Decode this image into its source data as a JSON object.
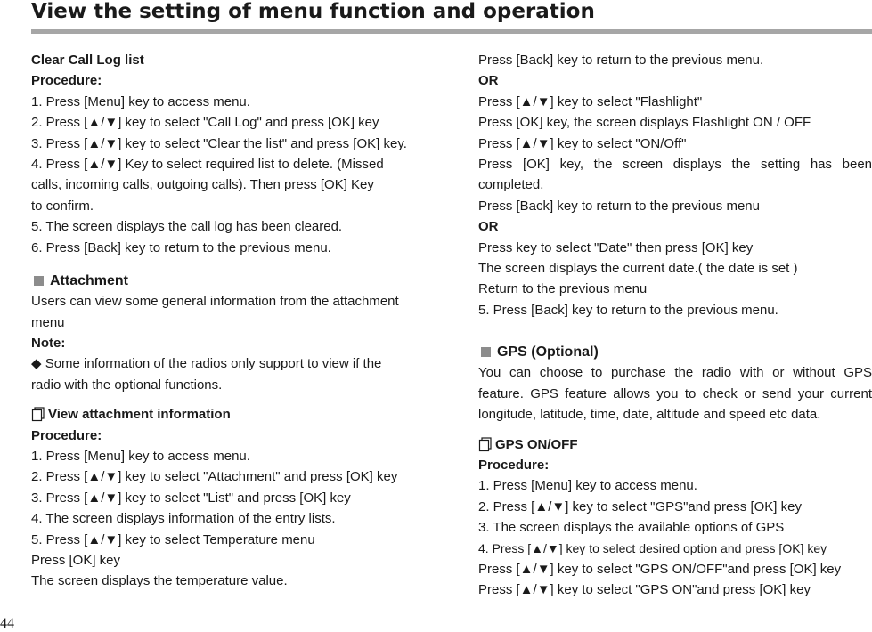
{
  "header": {
    "title": "View the setting of menu function and operation"
  },
  "left": {
    "clear_call_log": {
      "heading": "Clear Call Log list",
      "procedure_label": "Procedure:",
      "steps": [
        "1. Press [Menu] key to access menu.",
        "2. Press [▲/▼] key to select \"Call Log\" and press [OK] key",
        "3. Press [▲/▼] key to select \"Clear the list\" and press [OK] key.",
        "4. Press [▲/▼] Key to select required list to delete. (Missed",
        "calls, incoming calls, outgoing calls). Then press [OK] Key",
        "to confirm.",
        "5. The screen displays the call log has been cleared.",
        "6. Press [Back] key to return to the previous menu."
      ]
    },
    "attachment": {
      "heading": "Attachment",
      "desc": [
        "Users can view some general information from the attachment",
        "menu"
      ],
      "note_label": "Note:",
      "note": [
        "◆ Some information of the radios only support to view if the",
        "radio with the optional functions."
      ]
    },
    "view_attachment": {
      "heading": "View attachment information",
      "procedure_label": "Procedure:",
      "steps": [
        "1. Press [Menu] key to access menu.",
        "2. Press [▲/▼] key to select \"Attachment\" and press [OK] key",
        "3. Press [▲/▼] key to select \"List\" and press [OK] key",
        "4. The screen displays information of the entry lists.",
        "5. Press [▲/▼] key to select Temperature menu",
        "Press [OK] key",
        "The screen displays the temperature value."
      ]
    }
  },
  "right": {
    "continued": {
      "l1": "Press [Back] key to return to the previous menu.",
      "or1": "OR",
      "l2": "Press [▲/▼] key to select \"Flashlight\"",
      "l3": "Press [OK] key, the screen displays Flashlight ON / OFF",
      "l4": "Press [▲/▼] key to select \"ON/Off\"",
      "l5": "Press [OK] key, the screen displays the setting has been",
      "l6": "completed.",
      "l7": "Press [Back] key to return to the previous menu",
      "or2": "OR",
      "l8": "Press key to select \"Date\" then press [OK] key",
      "l9": "The screen displays the current date.( the date is set )",
      "l10": "Return to the previous menu",
      "l11": "5. Press [Back] key to return to the previous menu."
    },
    "gps": {
      "heading": "GPS (Optional)",
      "desc": [
        "You can choose to purchase the radio with or without GPS",
        "feature. GPS feature allows you to check or send your current",
        "longitude, latitude, time, date, altitude and speed etc data."
      ]
    },
    "gps_onoff": {
      "heading": "GPS ON/OFF",
      "procedure_label": "Procedure:",
      "steps": [
        "1. Press [Menu] key to access menu.",
        "2. Press [▲/▼] key to select \"GPS\"and press [OK] key",
        "3. The screen displays the available options of GPS",
        "4. Press [▲/▼] key to select desired option and press [OK] key",
        "Press [▲/▼] key to select \"GPS ON/OFF\"and press [OK] key",
        "Press [▲/▼] key to select \"GPS ON\"and press [OK] key"
      ]
    }
  },
  "footer": {
    "page_number": "44"
  }
}
